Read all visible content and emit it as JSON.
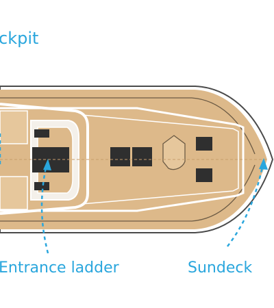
{
  "labels": {
    "cockpit": "ckpit",
    "entrance_ladder": "Entrance ladder",
    "sundeck": "Sundeck"
  },
  "colors": {
    "accent": "#29a6dd",
    "deck": "#ddb98a",
    "hull_outline": "#4a4a4a",
    "hatch": "#2f2f2f",
    "white_trim": "#ffffff"
  }
}
